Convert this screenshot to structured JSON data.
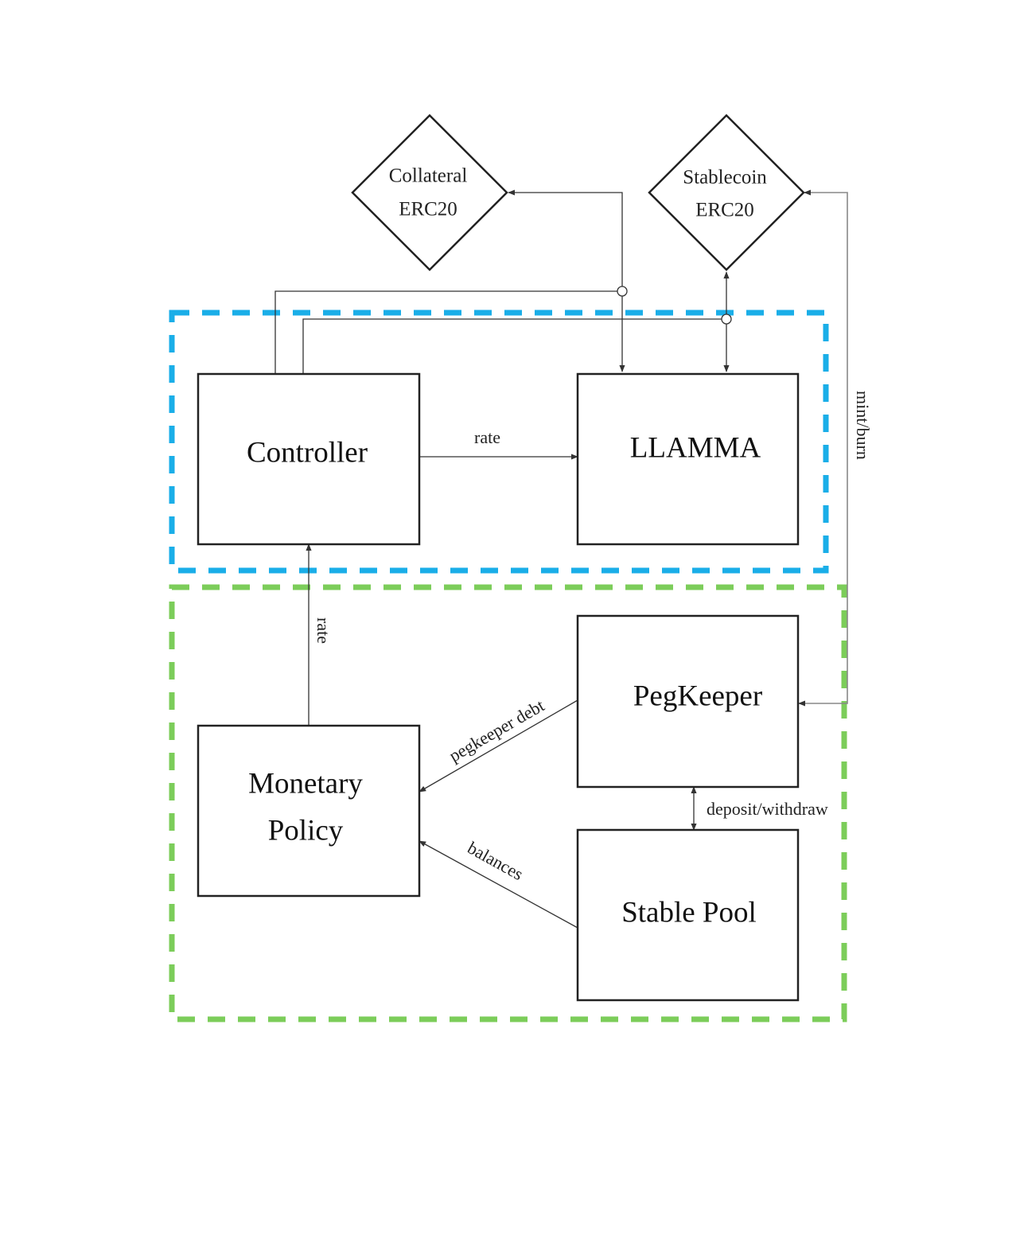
{
  "diagram": {
    "nodes": {
      "collateral": {
        "line1": "Collateral",
        "line2": "ERC20"
      },
      "stablecoin": {
        "line1": "Stablecoin",
        "line2": "ERC20"
      },
      "controller": {
        "label": "Controller"
      },
      "llamma": {
        "label": "LLAMMA"
      },
      "pegkeeper": {
        "label": "PegKeeper"
      },
      "monetary_policy": {
        "line1": "Monetary",
        "line2": "Policy"
      },
      "stable_pool": {
        "label": "Stable Pool"
      }
    },
    "edges": {
      "controller_to_llamma": "rate",
      "policy_to_controller": "rate",
      "pegkeeper_to_policy": "pegkeeper debt",
      "pool_to_policy": "balances",
      "pegkeeper_pool": "deposit/withdraw",
      "stablecoin_pegkeeper": "mint/burn"
    },
    "colors": {
      "group_blue": "#1aaee8",
      "group_green": "#7ccd5a",
      "stroke": "#222222"
    }
  }
}
